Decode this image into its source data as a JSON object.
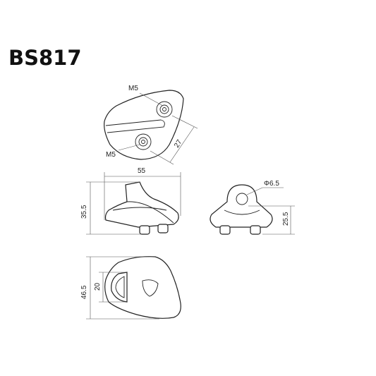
{
  "title": "BS817",
  "top_view": {
    "callout_upper": "M5",
    "callout_lower": "M5",
    "dim_diagonal": "27"
  },
  "side_view": {
    "dim_width": "55",
    "dim_height": "35.5"
  },
  "front_view": {
    "dim_hole": "Φ6.5",
    "dim_height": "25.5"
  },
  "bottom_view": {
    "dim_outer": "46.5",
    "dim_inner": "20"
  }
}
